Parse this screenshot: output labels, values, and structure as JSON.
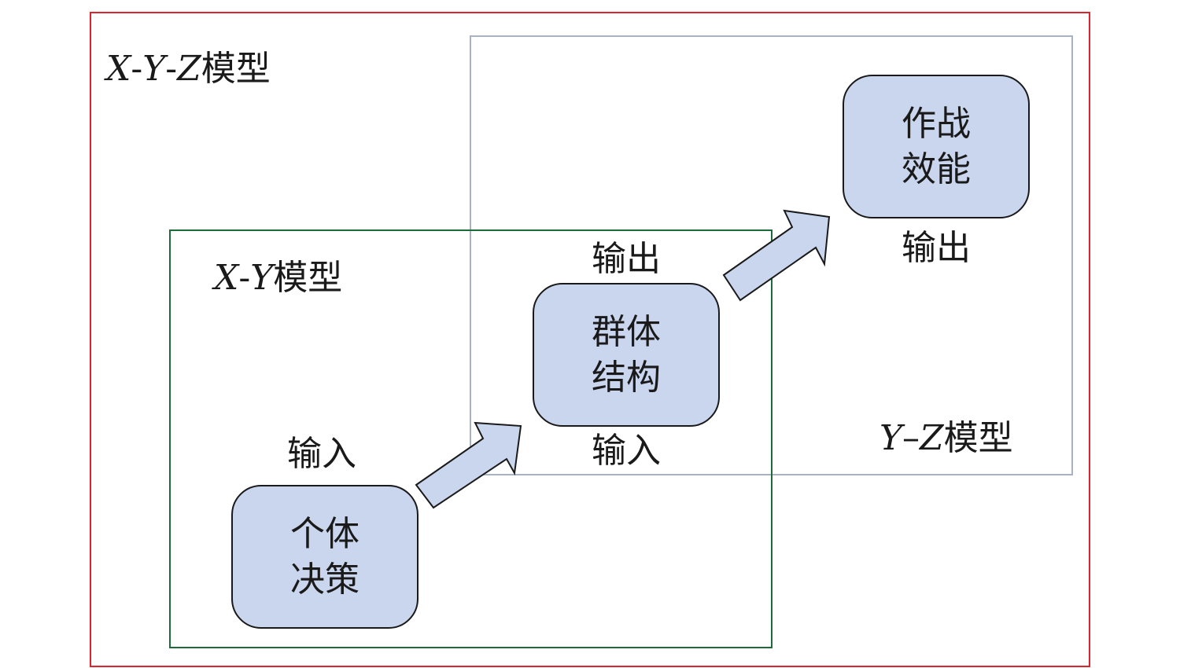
{
  "models": {
    "xyz": {
      "v1": "X",
      "sep1": "-",
      "v2": "Y",
      "sep2": "-",
      "v3": "Z",
      "suffix": "模型"
    },
    "xy": {
      "v1": "X",
      "sep1": "-",
      "v2": "Y",
      "suffix": "模型"
    },
    "yz": {
      "v1": "Y",
      "sep1": "–",
      "v2": "Z",
      "suffix": "模型"
    }
  },
  "nodes": {
    "individual": {
      "line1": "个体",
      "line2": "决策"
    },
    "group": {
      "line1": "群体",
      "line2": "结构"
    },
    "combat": {
      "line1": "作战",
      "line2": "效能"
    }
  },
  "io": {
    "input_1": "输入",
    "output_1": "输出",
    "input_2": "输入",
    "output_2": "输出"
  },
  "colors": {
    "outer_frame": "#d9252b",
    "yz_frame": "#a7b3c4",
    "xy_frame": "#1e6b3a",
    "node_fill": "#c9d6ee",
    "arrow_fill": "#c9d6ee"
  }
}
